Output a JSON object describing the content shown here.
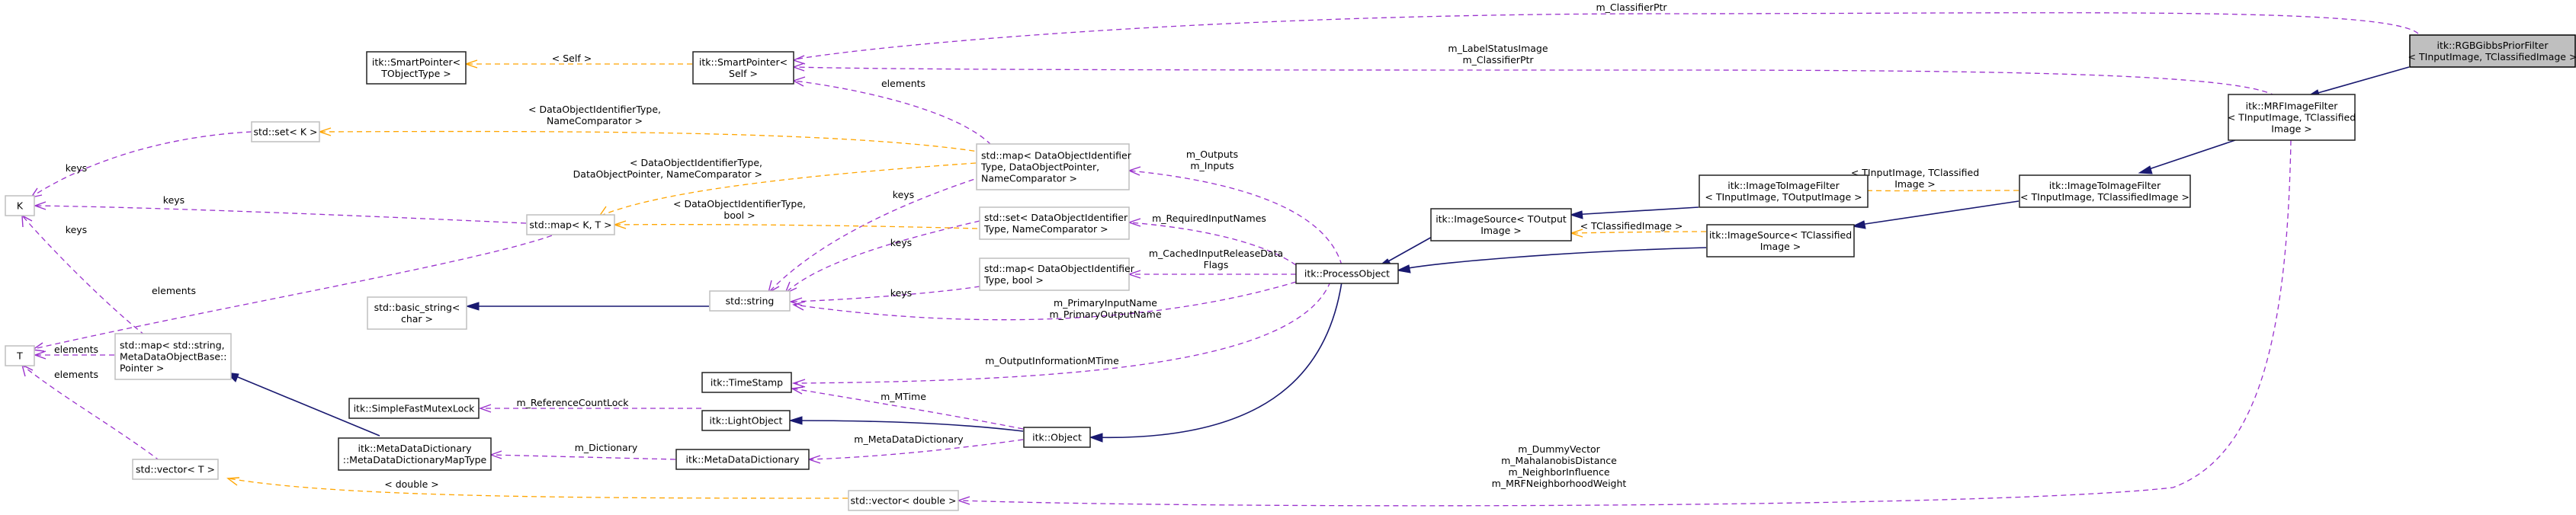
{
  "colors": {
    "member_edge": "#9a32cd",
    "template_edge": "#ffa500",
    "inherit_edge": "#191970",
    "focus_fill": "#bfbfbf",
    "undocumented_border": "#bfbfbf"
  },
  "nodes": {
    "rgb_gibbs": [
      "itk::RGBGibbsPriorFilter",
      "< TInputImage, TClassifiedImage >"
    ],
    "mrf": [
      "itk::MRFImageFilter",
      "< TInputImage, TClassified",
      "Image >"
    ],
    "smart_ptr_tobj": [
      "itk::SmartPointer<",
      "TObjectType >"
    ],
    "smart_ptr_self": [
      "itk::SmartPointer<",
      "Self >"
    ],
    "std_set_k": [
      "std::set< K >"
    ],
    "k": [
      "K"
    ],
    "t": [
      "T"
    ],
    "std_map_kt": [
      "std::map< K, T >"
    ],
    "std_basic_string": [
      "std::basic_string<",
      "char >"
    ],
    "std_string": [
      "std::string"
    ],
    "std_map_meta": [
      "std::map< std::string,",
      "MetaDataObjectBase::",
      "Pointer >"
    ],
    "fast_mutex": [
      "itk::SimpleFastMutexLock"
    ],
    "meta_dict_map": [
      "itk::MetaDataDictionary",
      "::MetaDataDictionaryMapType"
    ],
    "std_vector_t": [
      "std::vector< T >"
    ],
    "std_vector_double": [
      "std::vector< double >"
    ],
    "time_stamp": [
      "itk::TimeStamp"
    ],
    "light_object": [
      "itk::LightObject"
    ],
    "meta_dict": [
      "itk::MetaDataDictionary"
    ],
    "object": [
      "itk::Object"
    ],
    "process_object": [
      "itk::ProcessObject"
    ],
    "map_doi_ptr": [
      "std::map< DataObjectIdentifier",
      "Type, DataObjectPointer,",
      "NameComparator >"
    ],
    "set_doi": [
      "std::set< DataObjectIdentifier",
      "Type, NameComparator >"
    ],
    "map_doi_bool": [
      "std::map< DataObjectIdentifier",
      "Type, bool >"
    ],
    "image_source_tout": [
      "itk::ImageSource< TOutput",
      "Image >"
    ],
    "image_source_tclass": [
      "itk::ImageSource< TClassified",
      "Image >"
    ],
    "i2i_tin_tout": [
      "itk::ImageToImageFilter",
      "< TInputImage, TOutputImage >"
    ],
    "i2i_tin_tclass": [
      "itk::ImageToImageFilter",
      "< TInputImage, TClassifiedImage >"
    ]
  },
  "edge_labels": {
    "classifier_ptr": [
      "m_ClassifierPtr"
    ],
    "label_status": [
      "m_LabelStatusImage",
      "m_ClassifierPtr"
    ],
    "self": [
      "< Self >"
    ],
    "elements_map_smart": [
      "elements"
    ],
    "doi_name_cmp": [
      "< DataObjectIdentifierType,",
      "NameComparator >"
    ],
    "doi_ptr_cmp": [
      "< DataObjectIdentifierType,",
      "DataObjectPointer, NameComparator >"
    ],
    "doi_bool": [
      "< DataObjectIdentifierType,",
      "bool >"
    ],
    "keys_set_k": [
      "keys"
    ],
    "keys_map_k": [
      "keys"
    ],
    "keys_meta_k": [
      "keys"
    ],
    "keys_map_ptr": [
      "keys"
    ],
    "keys_set_doi": [
      "keys"
    ],
    "keys_map_bool": [
      "keys"
    ],
    "elements_map_t": [
      "elements"
    ],
    "elements_meta_t": [
      "elements"
    ],
    "elements_vec_t": [
      "elements"
    ],
    "outputs_inputs": [
      "m_Outputs",
      "m_Inputs"
    ],
    "required_inputs": [
      "m_RequiredInputNames"
    ],
    "cached_input": [
      "m_CachedInputReleaseData",
      "Flags"
    ],
    "primary_names": [
      "m_PrimaryInputName",
      "m_PrimaryOutputName"
    ],
    "output_info_mtime": [
      "m_OutputInformationMTime"
    ],
    "ref_count_lock": [
      "m_ReferenceCountLock"
    ],
    "mtime": [
      "m_MTime"
    ],
    "meta_data_dict": [
      "m_MetaDataDictionary"
    ],
    "dictionary": [
      "m_Dictionary"
    ],
    "double_tmpl": [
      "< double >"
    ],
    "tclassified_image": [
      "< TClassifiedImage >"
    ],
    "tin_tclass_tmpl": [
      "< TInputImage, TClassified",
      "Image >"
    ],
    "mrf_members": [
      "m_DummyVector",
      "m_MahalanobisDistance",
      "m_NeighborInfluence",
      "m_MRFNeighborhoodWeight"
    ]
  }
}
